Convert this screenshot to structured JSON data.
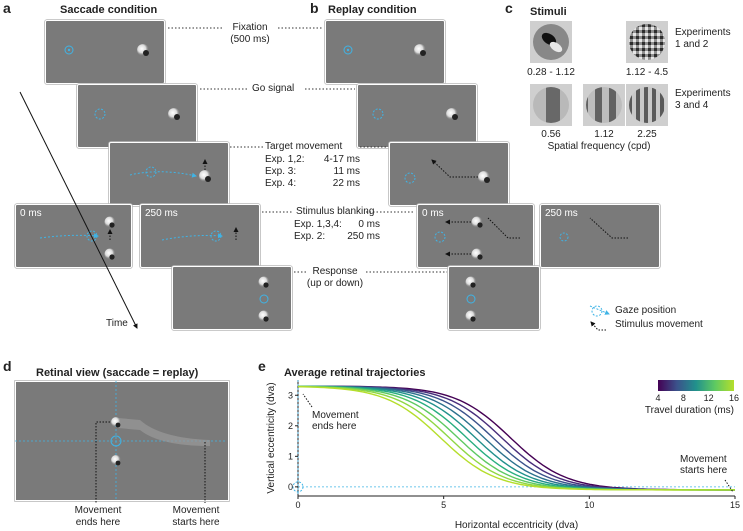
{
  "panels": {
    "a": {
      "letter": "a",
      "title": "Saccade condition"
    },
    "b": {
      "letter": "b",
      "title": "Replay condition"
    },
    "c": {
      "letter": "c",
      "title": "Stimuli"
    },
    "d": {
      "letter": "d",
      "title": "Retinal view (saccade = replay)"
    },
    "e": {
      "letter": "e",
      "title": "Average retinal trajectories"
    }
  },
  "stages": {
    "fixation": {
      "label": "Fixation",
      "detail": "(500 ms)"
    },
    "go": {
      "label": "Go signal"
    },
    "target": {
      "label": "Target movement",
      "rows": [
        [
          "Exp. 1,2:",
          "4-17 ms"
        ],
        [
          "Exp. 3:",
          "11 ms"
        ],
        [
          "Exp. 4:",
          "22 ms"
        ]
      ]
    },
    "blanking": {
      "label": "Stimulus blanking",
      "rows": [
        [
          "Exp. 1,3,4:",
          "0 ms"
        ],
        [
          "Exp. 2:",
          "250 ms"
        ]
      ]
    },
    "response": {
      "label": "Response",
      "detail": "(up or down)"
    }
  },
  "time_labels": {
    "t0": "0 ms",
    "t250": "250 ms"
  },
  "time_axis": "Time",
  "stimuli": {
    "exp12_label": "Experiments\n1 and 2",
    "exp34_label": "Experiments\n3 and 4",
    "range1": "0.28 - 1.12",
    "range2": "1.12 - 4.5",
    "sf1": "0.56",
    "sf2": "1.12",
    "sf3": "2.25",
    "axis_label": "Spatial frequency (cpd)"
  },
  "legend": {
    "gaze": "Gaze position",
    "movement": "Stimulus movement"
  },
  "retinal": {
    "ends": "Movement\nends here",
    "starts": "Movement\nstarts here"
  },
  "colors": {
    "gaze": "#3fb4e6",
    "screen": "#7a7a7a",
    "axis": "#222222"
  },
  "chart_data": {
    "type": "line",
    "title": "Average retinal trajectories",
    "xlabel": "Horizontal eccentricity (dva)",
    "ylabel": "Vertical eccentricity (dva)",
    "xlim": [
      0,
      15
    ],
    "ylim": [
      -0.3,
      3.5
    ],
    "xticks": [
      0,
      5,
      10,
      15
    ],
    "yticks": [
      0,
      1,
      2,
      3
    ],
    "colorbar": {
      "label": "Travel duration (ms)",
      "ticks": [
        4,
        8,
        12,
        16
      ],
      "colors": [
        "#440154",
        "#3b528b",
        "#21918c",
        "#5ec962",
        "#b5de2b"
      ]
    },
    "series": [
      {
        "duration": 4,
        "color": "#440154",
        "x50": 7.3
      },
      {
        "duration": 5,
        "color": "#472d7b",
        "x50": 7.0
      },
      {
        "duration": 6,
        "color": "#3b528b",
        "x50": 6.7
      },
      {
        "duration": 8,
        "color": "#2c728e",
        "x50": 6.4
      },
      {
        "duration": 10,
        "color": "#21918c",
        "x50": 6.1
      },
      {
        "duration": 12,
        "color": "#28ae80",
        "x50": 5.8
      },
      {
        "duration": 14,
        "color": "#5ec962",
        "x50": 5.5
      },
      {
        "duration": 16,
        "color": "#8fd744",
        "x50": 5.2
      },
      {
        "duration": 17,
        "color": "#b5de2b",
        "x50": 4.9
      }
    ],
    "y_start": 3.3,
    "y_end": -0.1,
    "annotations": {
      "start": "Movement\nstarts here",
      "end": "Movement\nends here"
    }
  }
}
